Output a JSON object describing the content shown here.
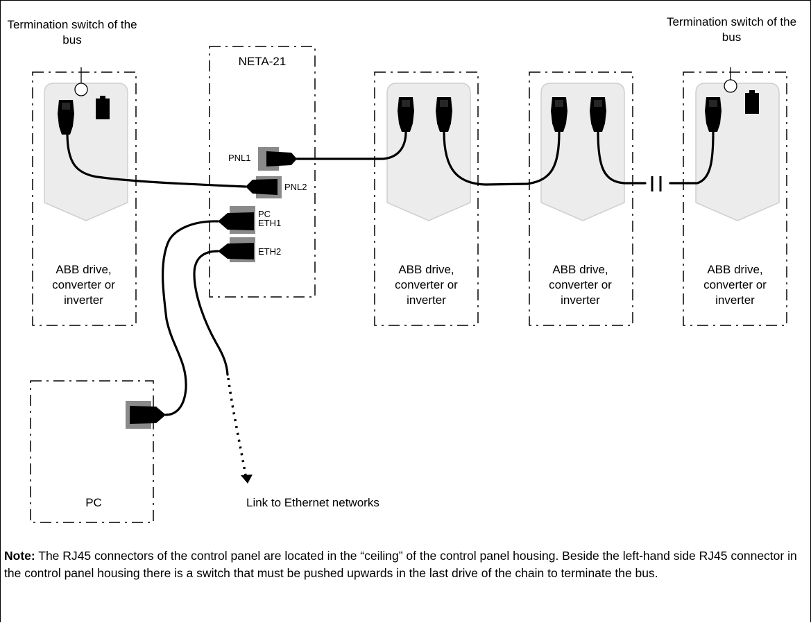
{
  "labels": {
    "termination_left": "Termination switch of the bus",
    "termination_right": "Termination switch of the bus",
    "neta": "NETA-21",
    "drive_left": "ABB drive, converter or inverter",
    "drive_1": "ABB drive, converter or inverter",
    "drive_2": "ABB drive, converter or inverter",
    "drive_3": "ABB drive, converter or inverter",
    "pc": "PC",
    "ethernet_link": "Link to Ethernet networks"
  },
  "ports": {
    "pnl1": "PNL1",
    "pnl2": "PNL2",
    "pc": "PC",
    "eth1": "ETH1",
    "eth2": "ETH2"
  },
  "note": {
    "prefix": "Note:",
    "text": " The RJ45 connectors of the control panel are located in the “ceiling” of the control panel housing. Beside the left-hand side RJ45 connector in the control panel housing there is a switch that must be pushed upwards in the last drive of the chain to terminate the bus."
  },
  "colors": {
    "panel_fill": "#ececec",
    "panel_stroke": "#d0d0d0",
    "port_box": "#8a8a8a",
    "line": "#000000"
  }
}
